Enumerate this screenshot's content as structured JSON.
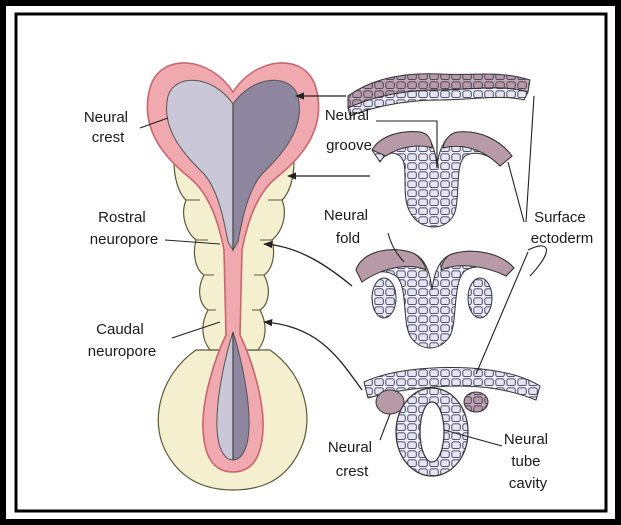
{
  "labels": {
    "neural_crest_top": [
      "Neural",
      "crest"
    ],
    "neural_groove": [
      "Neural",
      "groove"
    ],
    "rostral_neuropore": [
      "Rostral",
      "neuropore"
    ],
    "neural_fold": [
      "Neural",
      "fold"
    ],
    "surface_ectoderm": [
      "Surface",
      "ectoderm"
    ],
    "caudal_neuropore": [
      "Caudal",
      "neuropore"
    ],
    "neural_crest_bottom": [
      "Neural",
      "crest"
    ],
    "neural_tube_cavity": [
      "Neural",
      "tube",
      "cavity"
    ]
  },
  "colors": {
    "frame": "#000000",
    "embryo_outer": "#f4f0cf",
    "neural_pink": "#f0a9ae",
    "neural_pink_edge": "#c8666e",
    "plate_light": "#c9c7d8",
    "plate_dark": "#8e859f",
    "cells_fill": "#eeeef8",
    "cells_outline": "#3c3c5a",
    "cells_mauve": "#b89aa6",
    "arrow": "#222222"
  }
}
